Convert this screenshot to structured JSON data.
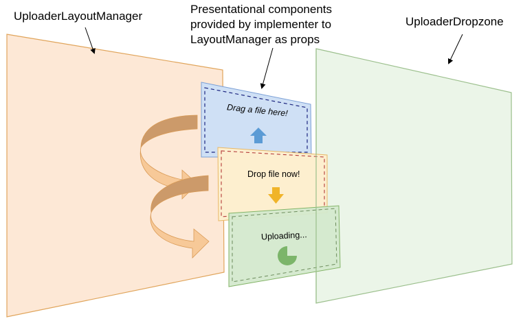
{
  "diagram": {
    "type": "layered-architecture",
    "colors": {
      "layout_manager_fill": "#fde8d6",
      "layout_manager_stroke": "#e0a45a",
      "dropzone_fill": "#e6f2e1",
      "dropzone_stroke": "#9bbf8c",
      "drag_card_fill": "#cfe0f5",
      "drag_card_stroke": "#7a9fd6",
      "drag_card_dash": "#1a237e",
      "drag_arrow": "#5b9bd5",
      "drop_card_fill": "#fdefcf",
      "drop_card_stroke": "#e8b866",
      "drop_card_dash": "#b33a3a",
      "drop_arrow": "#f0b429",
      "upload_card_fill": "#d4e9cd",
      "upload_card_stroke": "#82b366",
      "upload_card_dash": "#6a8a5a",
      "pie_icon": "#7cb56a",
      "curl_arrow_light": "#f7c998",
      "curl_arrow_dark": "#cc9a6a",
      "curl_arrow_stroke": "#d99a55",
      "callout_arrow": "#000000"
    },
    "labels": {
      "layout_manager": "UploaderLayoutManager",
      "presentational_line1": "Presentational components",
      "presentational_line2": "provided by implementer to",
      "presentational_line3": "LayoutManager as props",
      "dropzone": "UploaderDropzone"
    },
    "cards": [
      {
        "id": "drag",
        "text": "Drag a file here!",
        "icon": "arrow-up-icon"
      },
      {
        "id": "drop",
        "text": "Drop file now!",
        "icon": "arrow-down-icon"
      },
      {
        "id": "upload",
        "text": "Uploading...",
        "icon": "pie-progress-icon",
        "progress": 0.75
      }
    ],
    "flow": [
      {
        "from": "drag",
        "to": "drop",
        "icon": "curved-arrow-icon"
      },
      {
        "from": "drop",
        "to": "upload",
        "icon": "curved-arrow-icon"
      }
    ]
  }
}
